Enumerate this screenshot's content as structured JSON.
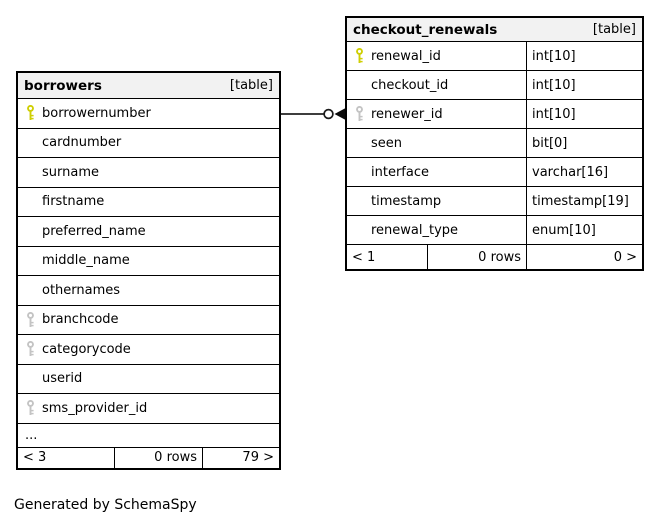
{
  "diagram": {
    "note": "Generated by SchemaSpy"
  },
  "colors": {
    "primary_key_icon": "#cfcf04",
    "foreign_key_icon": "#c4c4c4",
    "header_background": "#f2f2f2",
    "row_background": "#ffffff",
    "border": "#000000",
    "connector_line": "#3d3d3d",
    "page_background": "#ffffff"
  },
  "tables": [
    {
      "name": "borrowers",
      "badge": "[table]",
      "truncation": "...",
      "columns": [
        {
          "name": "borrowernumber",
          "key": "primary"
        },
        {
          "name": "cardnumber",
          "key": "none"
        },
        {
          "name": "surname",
          "key": "none"
        },
        {
          "name": "firstname",
          "key": "none"
        },
        {
          "name": "preferred_name",
          "key": "none"
        },
        {
          "name": "middle_name",
          "key": "none"
        },
        {
          "name": "othernames",
          "key": "none"
        },
        {
          "name": "branchcode",
          "key": "foreign"
        },
        {
          "name": "categorycode",
          "key": "foreign"
        },
        {
          "name": "userid",
          "key": "none"
        },
        {
          "name": "sms_provider_id",
          "key": "foreign"
        }
      ],
      "footer": {
        "left": "< 3",
        "center": "0 rows",
        "right": "79 >"
      }
    },
    {
      "name": "checkout_renewals",
      "badge": "[table]",
      "columns": [
        {
          "name": "renewal_id",
          "type": "int[10]",
          "key": "primary"
        },
        {
          "name": "checkout_id",
          "type": "int[10]",
          "key": "none"
        },
        {
          "name": "renewer_id",
          "type": "int[10]",
          "key": "foreign"
        },
        {
          "name": "seen",
          "type": "bit[0]",
          "key": "none"
        },
        {
          "name": "interface",
          "type": "varchar[16]",
          "key": "none"
        },
        {
          "name": "timestamp",
          "type": "timestamp[19]",
          "key": "none"
        },
        {
          "name": "renewal_type",
          "type": "enum[10]",
          "key": "none"
        }
      ],
      "footer": {
        "left": "< 1",
        "center": "0 rows",
        "right": "0 >"
      }
    }
  ],
  "relationship": {
    "from_table": "borrowers",
    "from_column": "borrowernumber",
    "to_table": "checkout_renewals",
    "to_column": "renewer_id"
  }
}
